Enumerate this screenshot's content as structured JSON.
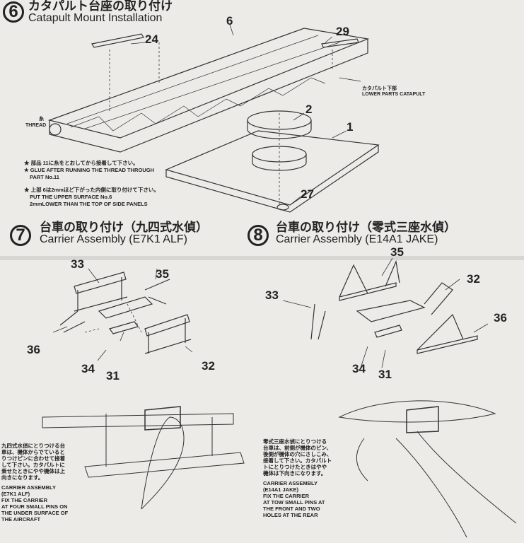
{
  "step6": {
    "number": "6",
    "title_jp": "カタパルト台座の取り付け",
    "title_en": "Catapult Mount Installation",
    "parts": [
      "24",
      "6",
      "29",
      "2",
      "1",
      "27"
    ],
    "thread_label_jp": "糸",
    "thread_label_en": "THREAD",
    "lower_parts_jp": "カタパルト下部",
    "lower_parts_en": "LOWER PARTS CATAPULT",
    "notes": [
      {
        "jp": "★ 部品 11に糸をとおしてから接着して下さい。",
        "en1": "★ GLUE AFTER RUNNING THE THREAD THROUGH",
        "en2": "PART No.11"
      },
      {
        "jp": "★ 上部 6は2mmほど下がった内側に取り付けて下さい。",
        "en1": "PUT THE UPPER SURFACE No.6",
        "en2": "2mmLOWER THAN THE TOP OF SIDE PANELS"
      }
    ]
  },
  "step7": {
    "number": "7",
    "title_jp": "台車の取り付け（九四式水偵）",
    "title_en": "Carrier Assembly (E7K1 ALF)",
    "parts": [
      "33",
      "35",
      "36",
      "34",
      "31",
      "32"
    ],
    "note_jp": [
      "九四式水偵にとりつける台",
      "車は、機体からでていると",
      "りつけピンに合わせて接着",
      "して下さい。カタパルトに",
      "乗せたときにやや機体は上",
      "向きになります。"
    ],
    "note_en": [
      "CARRIER ASSEMBLY",
      "(E7K1 ALF)",
      "FIX THE CARRIER",
      "AT FOUR SMALL PINS ON",
      "THE UNDER SURFACE OF",
      "THE AIRCRAFT"
    ]
  },
  "step8": {
    "number": "8",
    "title_jp": "台車の取り付け（零式三座水偵）",
    "title_en": "Carrier Assembly (E14A1 JAKE)",
    "parts": [
      "35",
      "32",
      "33",
      "36",
      "34",
      "31"
    ],
    "note_jp": [
      "零式三座水偵にとりつける",
      "台車は、前側が機体のピン、",
      "後側が機体の穴にさしこみ、",
      "接着して下さい。カタパルト",
      "トにとりつけたときはやや",
      "機体は下向きになります。"
    ],
    "note_en": [
      "CARRIER ASSEMBLY",
      "(E14A1 JAKE)",
      "FIX THE CARRIER",
      "AT TOW SMALL PINS AT",
      "THE FRONT AND TWO",
      "HOLES AT THE REAR"
    ]
  }
}
